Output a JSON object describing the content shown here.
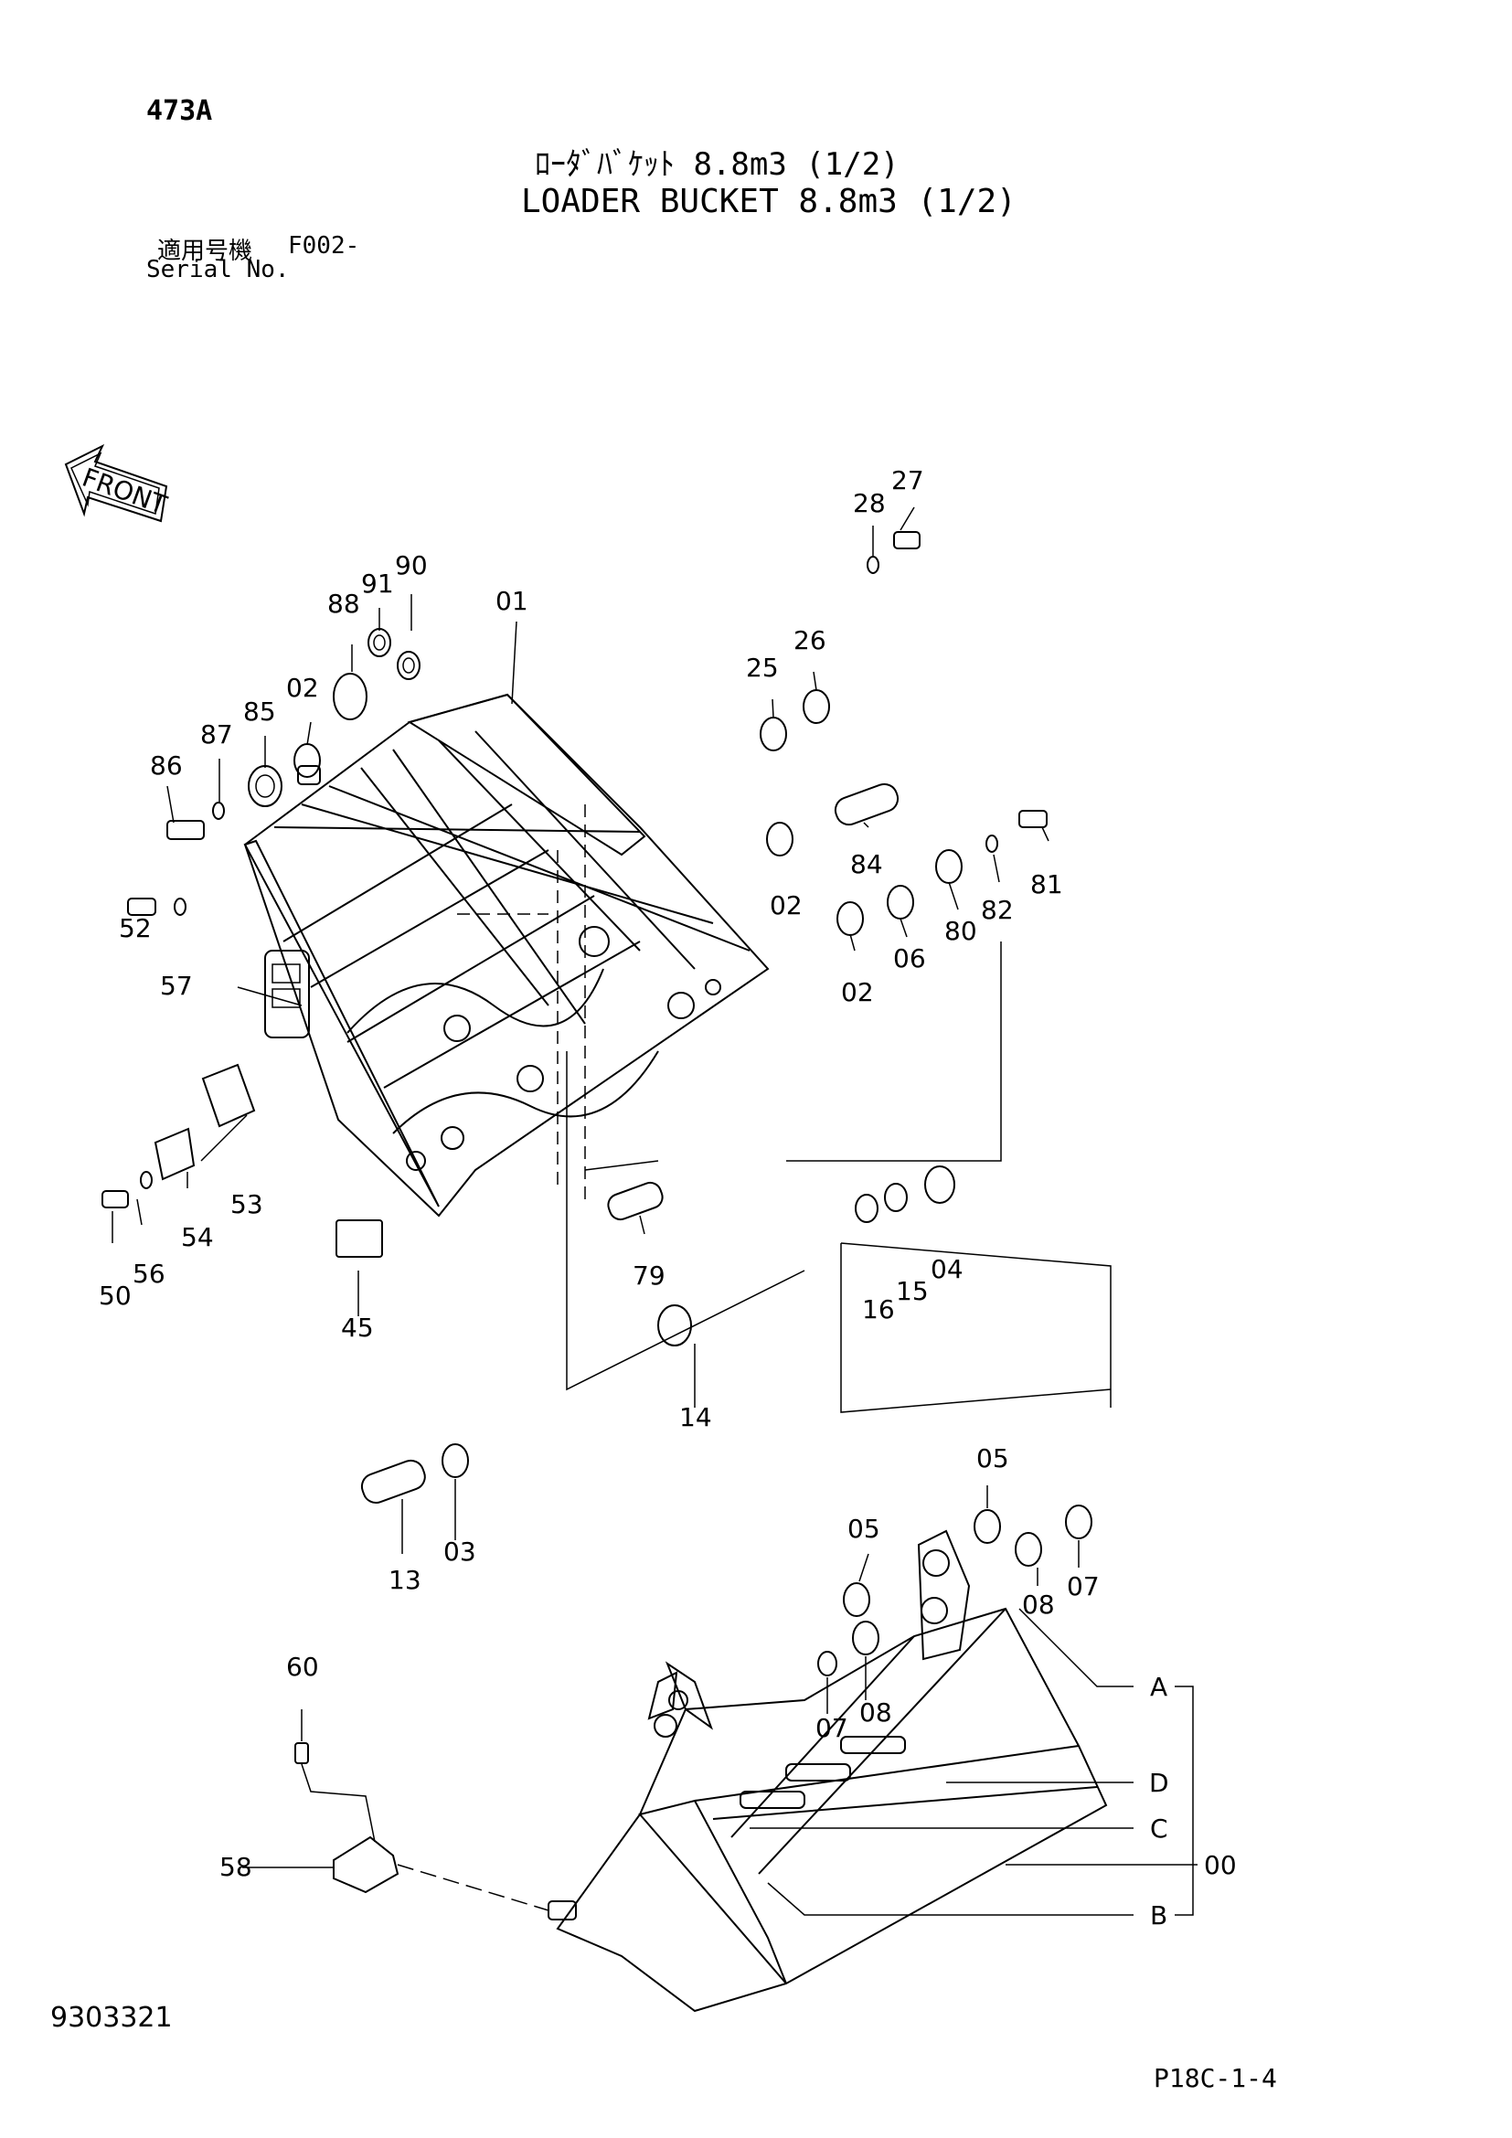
{
  "header": {
    "page_number": "473A",
    "title_jp": "ﾛｰﾀﾞﾊﾞｹｯﾄ 8.8m3 (1/2)",
    "title_en": "LOADER BUCKET 8.8m3 (1/2)",
    "serial_jp_label": "適用号機",
    "serial_value": "F002-",
    "serial_en_label": "Serial No."
  },
  "footer": {
    "drawing_number": "9303321",
    "page_ref": "P18C-1-4"
  },
  "orientation_label": "FRONT",
  "callouts": [
    "27",
    "28",
    "90",
    "91",
    "88",
    "01",
    "02",
    "85",
    "87",
    "86",
    "26",
    "25",
    "81",
    "82",
    "80",
    "84",
    "52",
    "57",
    "02",
    "06",
    "02",
    "53",
    "54",
    "50",
    "56",
    "79",
    "16",
    "15",
    "04",
    "45",
    "14",
    "05",
    "03",
    "13",
    "05",
    "08",
    "07",
    "60",
    "07",
    "08",
    "A",
    "D",
    "58",
    "C",
    "00",
    "B"
  ]
}
